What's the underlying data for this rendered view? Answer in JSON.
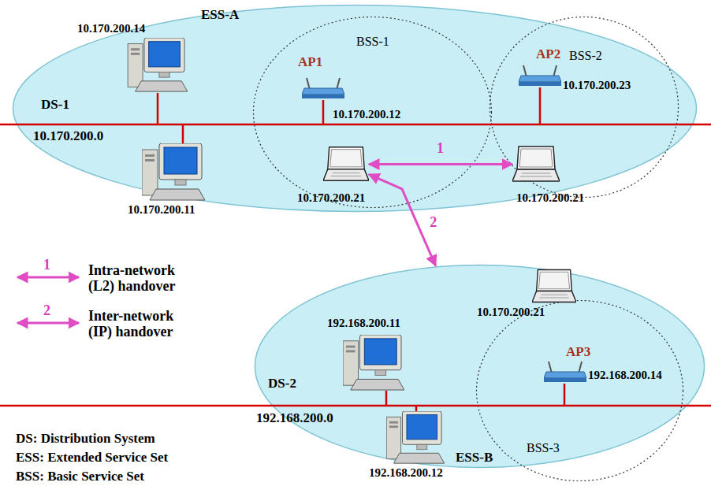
{
  "diagram": {
    "nodes": [
      {
        "text": [
          "ESS-A"
        ]
      },
      {
        "text": [
          "10.170.200.14"
        ],
        "in": 0
      },
      {
        "text": [
          "BSS-1"
        ],
        "in": 0
      },
      {
        "text": [
          "AP1",
          "10.170.200.12"
        ],
        "in": 2
      },
      {
        "text": [
          "10.170.200.21"
        ],
        "in": 2
      },
      {
        "text": [
          "BSS-2"
        ],
        "in": 0
      },
      {
        "text": [
          "AP2",
          "10.170.200.23"
        ],
        "in": 5
      },
      {
        "text": [
          "10.170.200.21"
        ],
        "in": 5
      },
      {
        "text": [
          "10.170.200.11"
        ],
        "in": 0
      },
      {
        "text": [
          "ESS-B"
        ]
      },
      {
        "text": [
          "192.168.200.11"
        ],
        "in": 9
      },
      {
        "text": [
          "BSS-3"
        ],
        "in": 9
      },
      {
        "text": [
          "10.170.200.21"
        ],
        "in": 11
      },
      {
        "text": [
          "AP3",
          "192.168.200.14"
        ],
        "in": 11
      },
      {
        "text": [
          "192.168.200.12"
        ],
        "in": 9
      }
    ],
    "edges": [
      {
        "from": 4,
        "to": 7,
        "label": "1",
        "arrow": "both"
      },
      {
        "from": 4,
        "to": 9,
        "label": "2",
        "arrow": "both"
      }
    ],
    "labels": [
      "DS-1",
      "10.170.200.0",
      "1",
      "2",
      "DS-2",
      "192.168.200.0",
      "DS: Distribution System",
      "ESS: Extended Service Set",
      "BSS: Basic Service Set"
    ],
    "legend": [
      {
        "text": "Intra-network (L2) handover"
      },
      {
        "text": "Inter-network (IP) handover"
      }
    ]
  }
}
